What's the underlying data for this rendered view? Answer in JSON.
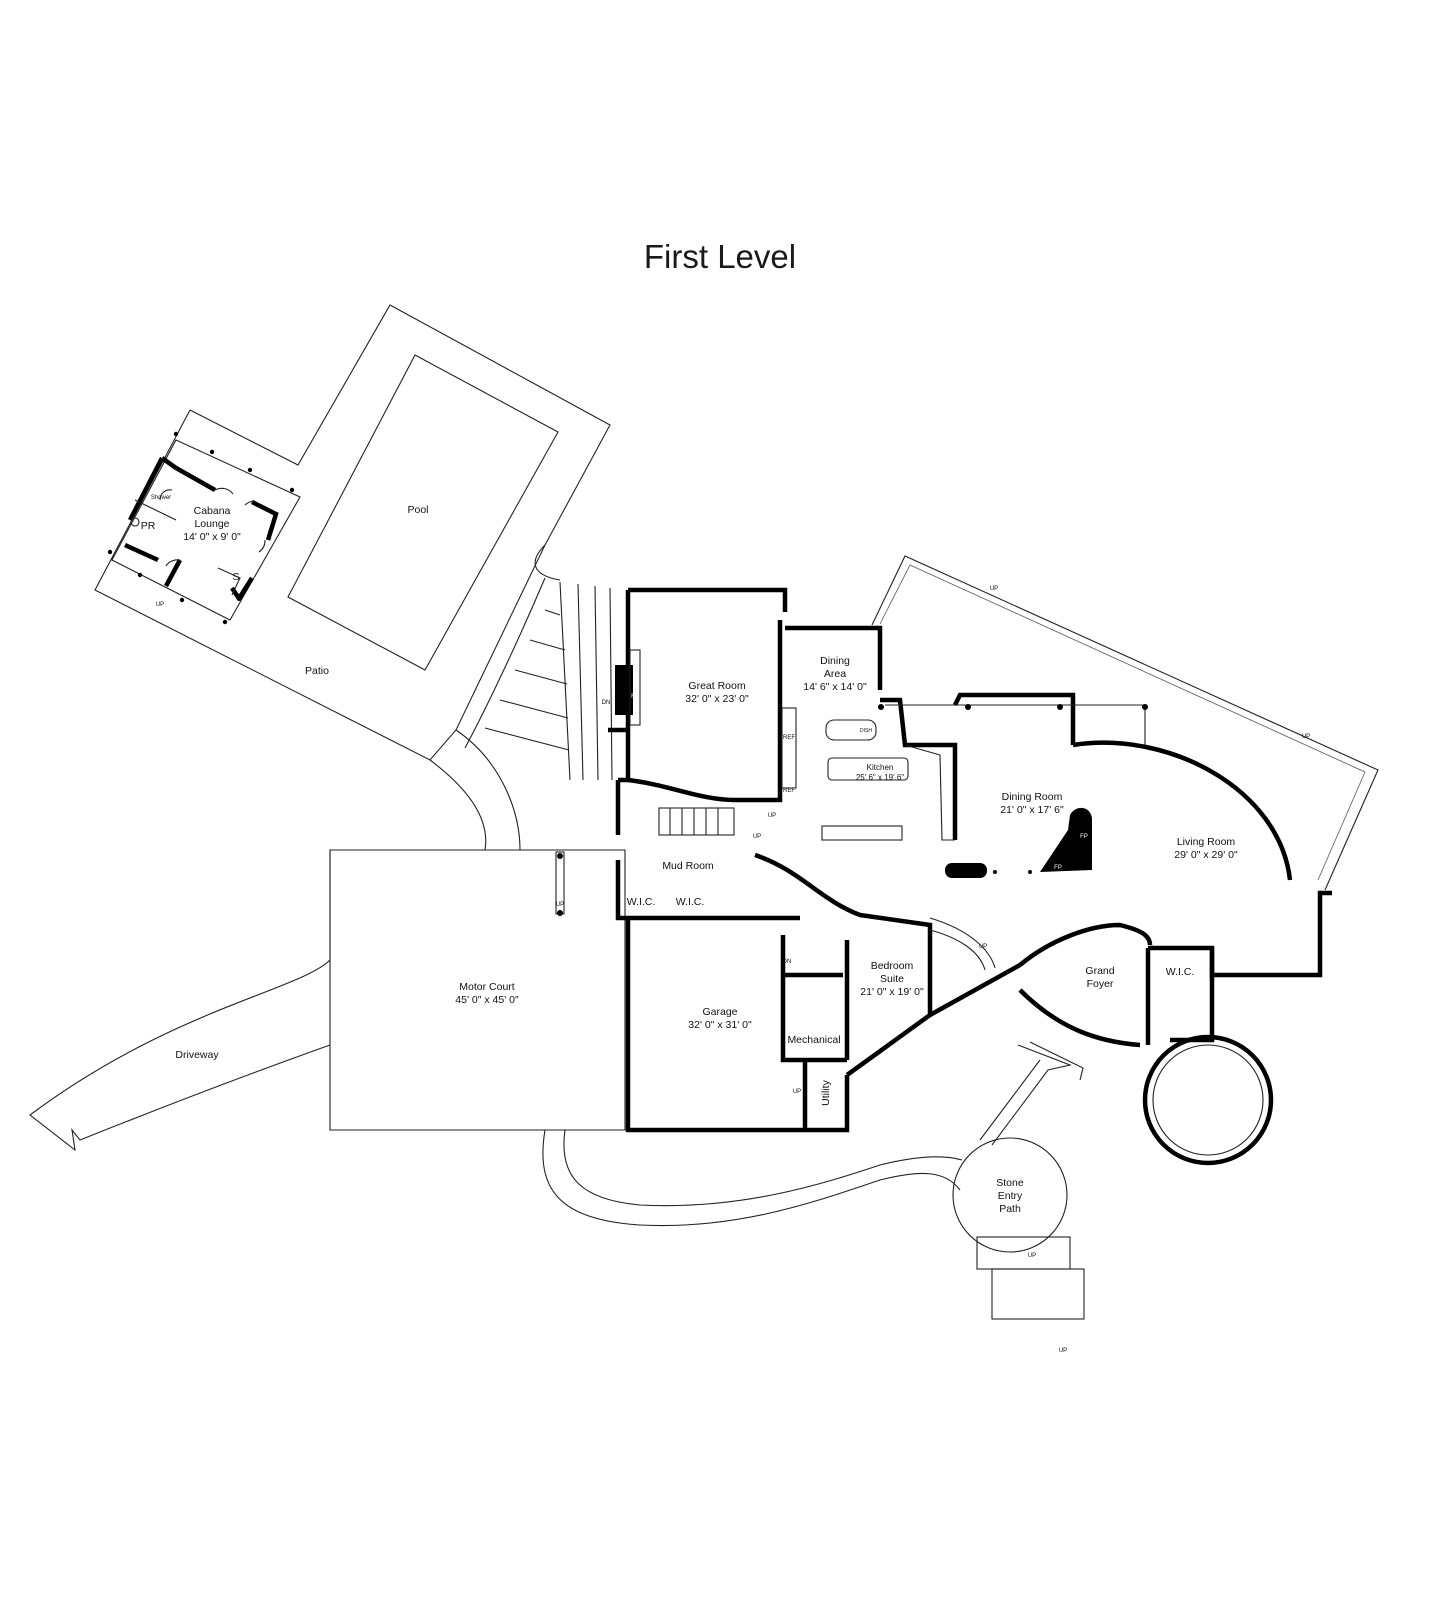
{
  "title": "First Level",
  "rooms": {
    "cabana": {
      "name1": "Cabana",
      "name2": "Lounge",
      "dims": "14' 0\" x 9' 0\""
    },
    "pr": "PR",
    "shower": "Shower",
    "s": "S",
    "pool": "Pool",
    "patio": "Patio",
    "great_room": {
      "name": "Great Room",
      "dims": "32' 0\" x 23' 0\""
    },
    "dining_area": {
      "name1": "Dining",
      "name2": "Area",
      "dims": "14' 6\" x 14' 0\""
    },
    "kitchen": {
      "name": "Kitchen",
      "dims": "25' 6\" x 19' 6\""
    },
    "dining_room": {
      "name": "Dining Room",
      "dims": "21' 0\" x 17' 6\""
    },
    "living_room": {
      "name": "Living Room",
      "dims": "29' 0\" x 29' 0\""
    },
    "mud_room": "Mud Room",
    "wic": "W.I.C.",
    "motor_court": {
      "name": "Motor Court",
      "dims": "45' 0\" x 45' 0\""
    },
    "driveway": "Driveway",
    "garage": {
      "name": "Garage",
      "dims": "32' 0\" x 31' 0\""
    },
    "bedroom_suite": {
      "name1": "Bedroom",
      "name2": "Suite",
      "dims": "21' 0\" x 19' 0\""
    },
    "mechanical": "Mechanical",
    "utility": "Utility",
    "grand_foyer": {
      "name1": "Grand",
      "name2": "Foyer"
    },
    "stone_entry": {
      "name1": "Stone",
      "name2": "Entry",
      "name3": "Path"
    }
  },
  "markers": {
    "fp": "FP",
    "ref": "REF",
    "dish": "DISH",
    "up": "UP",
    "dn": "DN"
  }
}
